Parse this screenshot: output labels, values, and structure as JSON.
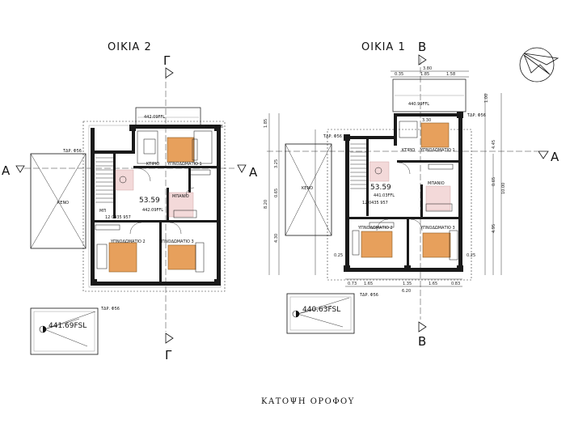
{
  "house2": {
    "title": "ΟΙΚΙΑ 2",
    "area": "53.59",
    "level": "442.09FFL",
    "level_top": "442.09FFL",
    "rooms": {
      "bedroom1": "ΥΠΝΟΔΩΜΑΤΙΟ 1",
      "bedroom2": "ΥΠΝΟΔΩΜΑΤΙΟ 2",
      "bedroom3": "ΥΠΝΟΔΩΜΑΤΙΟ 3",
      "bath": "ΜΠΑΝΙΟ",
      "wardrobe": "ΚΤΙΡΙΟ",
      "void": "ΚΕΝΟ"
    },
    "stair_note": "ΤΔΡ. Φ56",
    "stair_note2": "ΤΔΡ. Φ56",
    "code": "12 0435 957",
    "bath_small": "ΜΠ",
    "aux_level": "441.69FSL",
    "aux_note": "ΤΔΡ. Φ56"
  },
  "house1": {
    "title": "ΟΙΚΙΑ 1",
    "area": "53.59",
    "level": "441.03FFL",
    "level_top": "440.99FFL",
    "rooms": {
      "bedroom1": "ΥΠΝΟΔΩΜΑΤΙΟ 1",
      "bedroom2": "ΥΠΝΟΔΩΜΑΤΙΟ 2",
      "bedroom3": "ΥΠΝΟΔΩΜΑΤΙΟ 3",
      "bath": "ΜΠΑΝΙΟ",
      "wardrobe": "ΚΤΙΡΙΟ",
      "void": "ΚΕΝΟ"
    },
    "stair_note": "ΤΔΡ. Φ56",
    "stair_note2": "ΤΔΡ. Φ56",
    "top_note": "ΤΔΡ. Φ56",
    "code": "12 0435 957",
    "aux_level": "440.63FSL",
    "aux_note": "ΤΔΡ. Φ56",
    "dims_top": [
      "3.80",
      "0.35",
      "1.85",
      "1.58",
      "3.30"
    ],
    "dims_right": [
      "1.00",
      "4.45",
      "0.65",
      "10.00",
      "4.95"
    ],
    "dims_left": [
      "1.85",
      "3.25",
      "0.65",
      "8.20",
      "4.30"
    ],
    "dims_bottom": [
      "0.73",
      "1.65",
      "1.35",
      "1.65",
      "0.83",
      "6.20"
    ],
    "dims_inner": [
      "0.25",
      "0.25"
    ]
  },
  "sections": {
    "A": "A",
    "B": "B",
    "G": "Γ"
  },
  "caption": "ΚΑΤΟΨΗ ΟΡΟΦΟΥ"
}
